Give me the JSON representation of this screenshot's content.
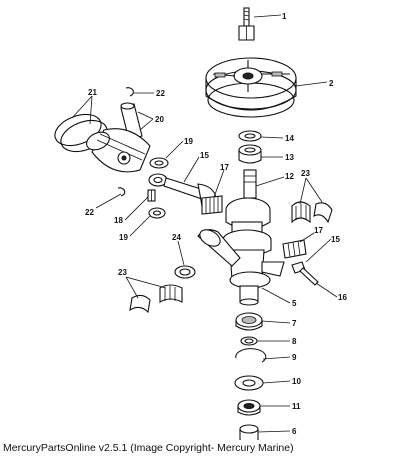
{
  "caption": "MercuryPartsOnline v2.5.1 (Image Copyright- Mercury Marine)",
  "callouts": [
    {
      "id": "c1",
      "label": "1"
    },
    {
      "id": "c2",
      "label": "2"
    },
    {
      "id": "c3",
      "label": "22"
    },
    {
      "id": "c4",
      "label": "21"
    },
    {
      "id": "c5",
      "label": "20"
    },
    {
      "id": "c6",
      "label": "19"
    },
    {
      "id": "c7",
      "label": "15"
    },
    {
      "id": "c8",
      "label": "14"
    },
    {
      "id": "c9",
      "label": "13"
    },
    {
      "id": "c10",
      "label": "12"
    },
    {
      "id": "c11",
      "label": "17"
    },
    {
      "id": "c12",
      "label": "22"
    },
    {
      "id": "c13",
      "label": "18"
    },
    {
      "id": "c14",
      "label": "19"
    },
    {
      "id": "c15",
      "label": "23"
    },
    {
      "id": "c16",
      "label": "24"
    },
    {
      "id": "c17",
      "label": "17"
    },
    {
      "id": "c18",
      "label": "15"
    },
    {
      "id": "c19",
      "label": "23"
    },
    {
      "id": "c20",
      "label": "16"
    },
    {
      "id": "c21",
      "label": "5"
    },
    {
      "id": "c22",
      "label": "7"
    },
    {
      "id": "c23",
      "label": "8"
    },
    {
      "id": "c24",
      "label": "9"
    },
    {
      "id": "c25",
      "label": "10"
    },
    {
      "id": "c26",
      "label": "11"
    },
    {
      "id": "c27",
      "label": "6"
    }
  ]
}
